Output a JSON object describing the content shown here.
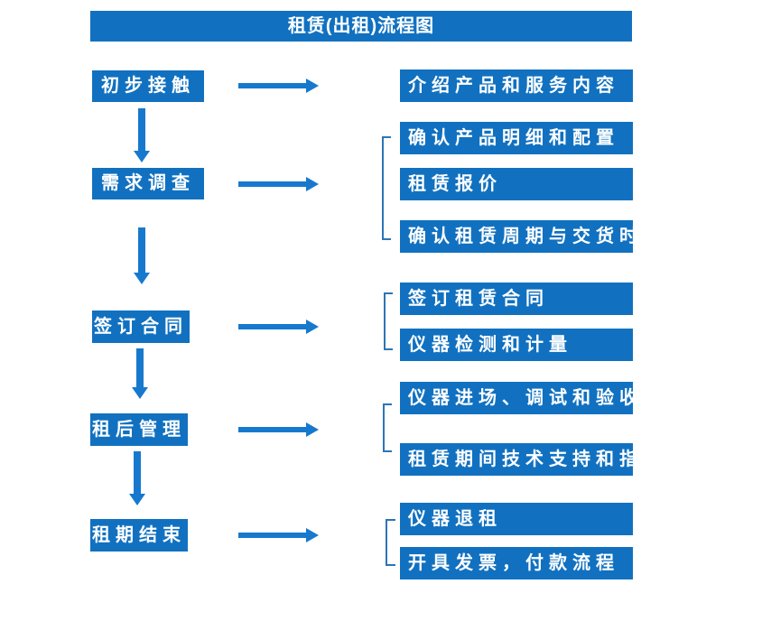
{
  "title": "租赁(出租)流程图",
  "colors": {
    "background": "#ffffff",
    "box": "#1171C0",
    "arrow": "#1679CE",
    "bracket": "#2E74B5",
    "text": "#ffffff"
  },
  "stages": [
    {
      "label": "初步接触",
      "outputs": [
        "介绍产品和服务内容"
      ]
    },
    {
      "label": "需求调查",
      "outputs": [
        "确认产品明细和配置",
        "租赁报价",
        "确认租赁周期与交货时间"
      ]
    },
    {
      "label": "签订合同",
      "outputs": [
        "签订租赁合同",
        "仪器检测和计量"
      ]
    },
    {
      "label": "租后管理",
      "outputs": [
        "仪器进场、调试和验收",
        "租赁期间技术支持和指导"
      ]
    },
    {
      "label": "租期结束",
      "outputs": [
        "仪器退租",
        "开具发票，付款流程"
      ]
    }
  ]
}
